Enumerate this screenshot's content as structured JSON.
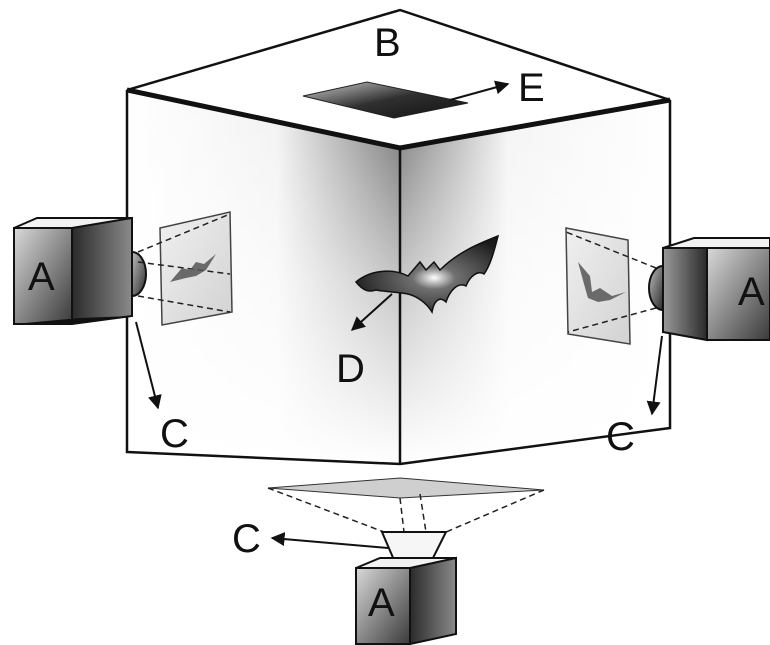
{
  "labels": {
    "camera_left": "A",
    "camera_right": "A",
    "camera_bottom": "A",
    "ceiling": "B",
    "pointer_left": "C",
    "pointer_right": "C",
    "pointer_bottom": "C",
    "bat": "D",
    "ceiling_opening": "E"
  }
}
